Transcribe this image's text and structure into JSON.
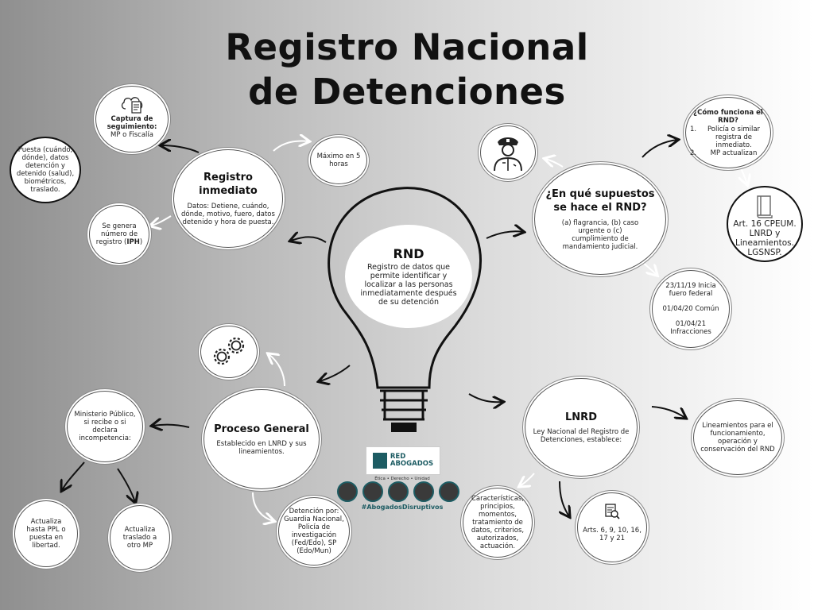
{
  "title": {
    "line1": "Registro Nacional",
    "line2": "de Detenciones"
  },
  "rnd": {
    "heading": "RND",
    "text": "Registro de datos que permite identificar y localizar a las personas inmediatamente después de su detención"
  },
  "captura": {
    "heading": "Captura de seguimiento:",
    "text": "MP o Fiscalía"
  },
  "puesta": {
    "text": "Puesta (cuándo, dónde), datos detención y detenido (salud), biométricos, traslado."
  },
  "registro_inmediato": {
    "heading": "Registro inmediato",
    "text": "Datos: Detiene, cuándo, dónde, motivo, fuero, datos detenido y hora de puesta."
  },
  "maximo": {
    "text": "Máximo en 5 horas"
  },
  "iph": {
    "text_before": "Se genera número de registro (",
    "bold": "IPH",
    "text_after": ")"
  },
  "supuestos": {
    "heading": "¿En qué supuestos se hace el RND?",
    "text": "(a) flagrancia, (b) caso urgente o (c) cumplimiento de mandamiento judicial."
  },
  "como_funciona": {
    "heading": "¿Cómo funciona el RND?",
    "items": [
      "Policía o similar registra de inmediato.",
      "MP actualizan"
    ]
  },
  "articulo": {
    "text": "Art. 16 CPEUM. LNRD y Lineamientos. LGSNSP."
  },
  "fechas": {
    "lines": [
      "23/11/19 Inicia fuero federal",
      "01/04/20 Común",
      "01/04/21 Infracciones"
    ]
  },
  "proceso": {
    "heading": "Proceso General",
    "text": "Establecido en LNRD y sus lineamientos."
  },
  "ministerio": {
    "text": "Ministerio Público, si recibe o si declara incompetencia:"
  },
  "actualiza_ppl": {
    "text": "Actualiza hasta PPL o puesta en libertad."
  },
  "actualiza_traslado": {
    "text": "Actualiza traslado a otro MP"
  },
  "detencion": {
    "text": "Detención por: Guardia Nacional, Policía de investigación (Fed/Edo), SP (Edo/Mun)"
  },
  "lnrd": {
    "heading": "LNRD",
    "text": "Ley Nacional del Registro de Detenciones, establece:"
  },
  "lineamientos": {
    "text": "Lineamientos para el funcionamiento, operación y conservación del RND"
  },
  "caracteristicas": {
    "text": "Características, principios, momentos, tratamiento de datos, criterios, autorizados, actuación."
  },
  "arts": {
    "text": "Arts. 6, 9, 10, 16, 17 y 21"
  },
  "logo": {
    "line1": "RED",
    "line2": "ABOGADOS",
    "tagline": "Ética • Derecho • Unidad",
    "hashtag": "#AbogadosDisruptivos"
  },
  "icons": [
    "cloud-document-icon",
    "police-officer-icon",
    "book-icon",
    "gears-icon",
    "document-search-icon",
    "lightbulb-icon"
  ]
}
